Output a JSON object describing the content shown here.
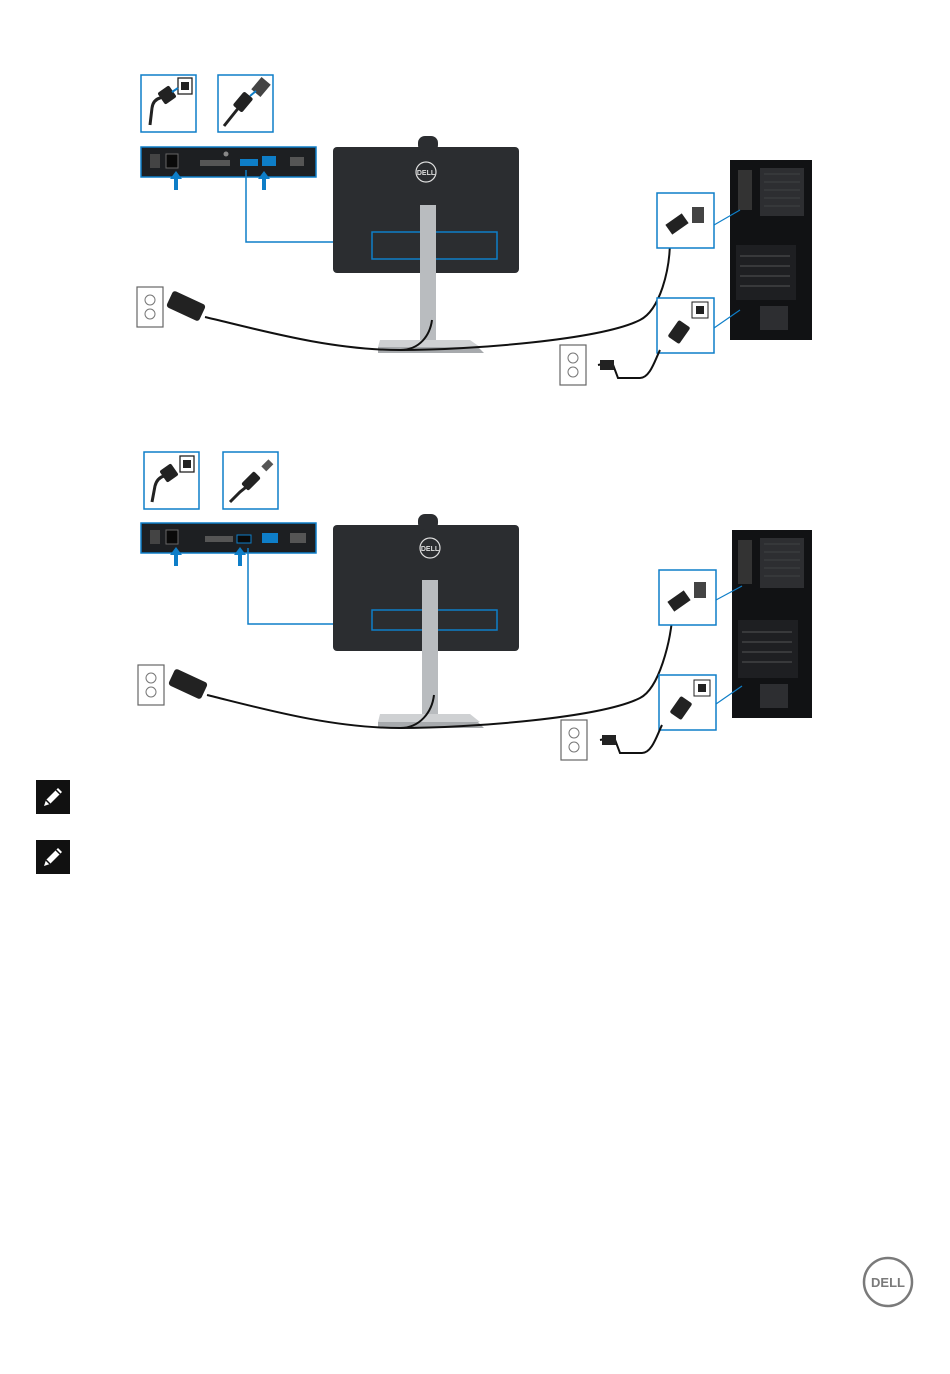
{
  "brand": {
    "logo_text": "DELL",
    "accent_color": "#0e7ec8",
    "logo_color": "#7a7a7a"
  },
  "diagrams": [
    {
      "name": "connection-diagram-1"
    },
    {
      "name": "connection-diagram-2"
    }
  ],
  "notes": [
    {
      "icon": "note-pencil-icon",
      "text": ""
    },
    {
      "icon": "note-pencil-icon",
      "text": ""
    }
  ]
}
